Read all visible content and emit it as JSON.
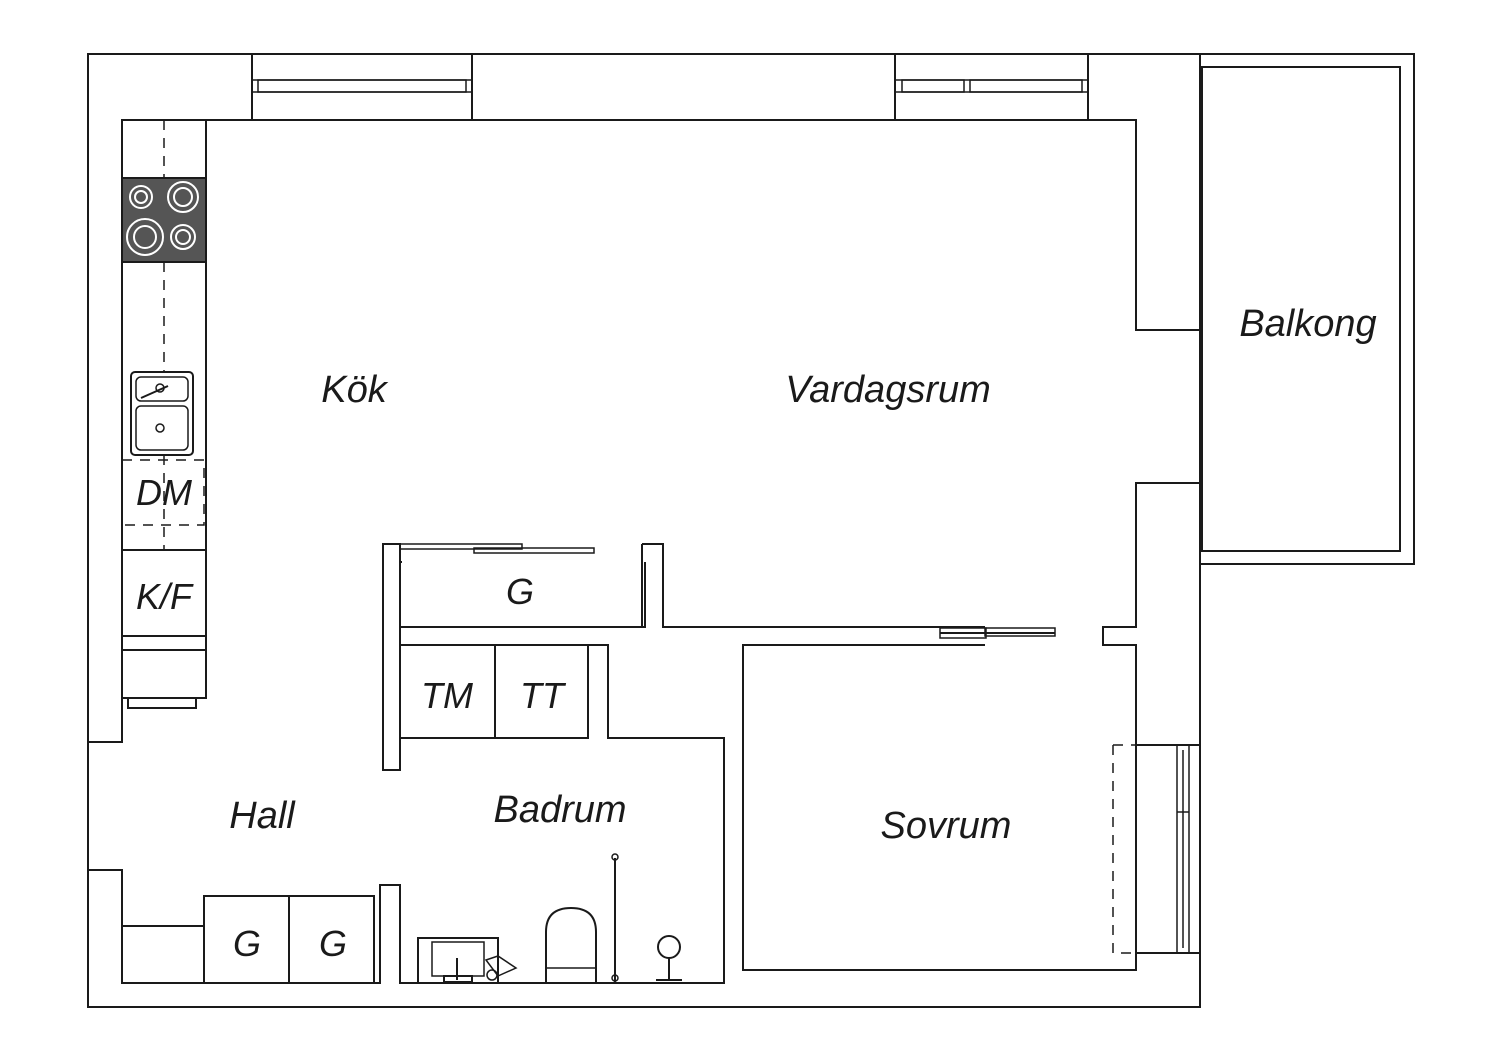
{
  "rooms": {
    "kok": "Kök",
    "vardagsrum": "Vardagsrum",
    "balkong": "Balkong",
    "hall": "Hall",
    "badrum": "Badrum",
    "sovrum": "Sovrum"
  },
  "fixtures": {
    "dishwasher": "DM",
    "fridge_freezer": "K/F",
    "wardrobe_corridor": "G",
    "washing_machine": "TM",
    "tumble_dryer": "TT",
    "wardrobe_hall_left": "G",
    "wardrobe_hall_right": "G"
  }
}
